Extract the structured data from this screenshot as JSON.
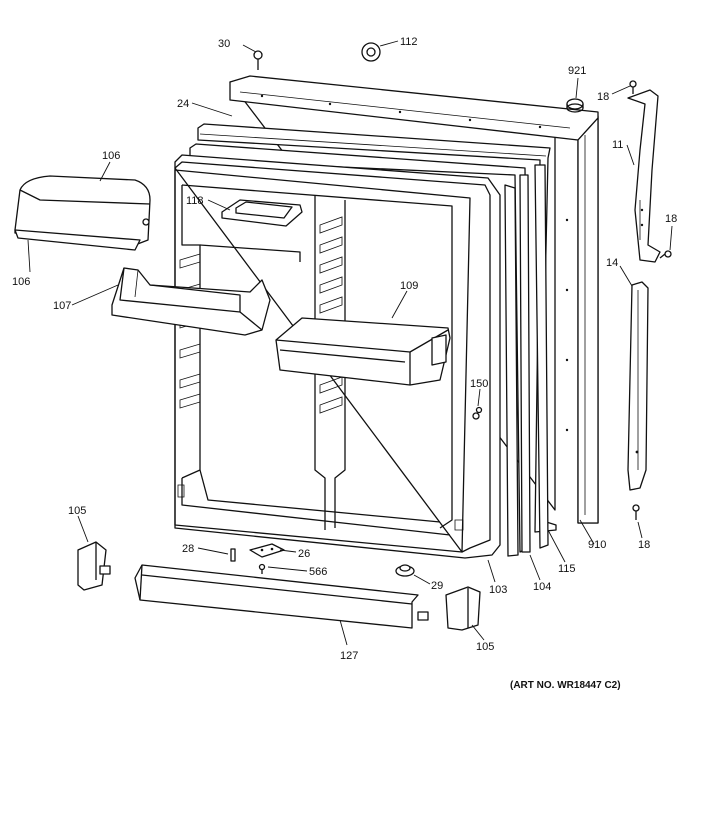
{
  "diagram": {
    "art_number": "(ART NO. WR18447 C2)",
    "parts": [
      {
        "id": "30",
        "text": "30"
      },
      {
        "id": "112",
        "text": "112"
      },
      {
        "id": "921",
        "text": "921"
      },
      {
        "id": "18a",
        "text": "18"
      },
      {
        "id": "24",
        "text": "24"
      },
      {
        "id": "11",
        "text": "11"
      },
      {
        "id": "106a",
        "text": "106"
      },
      {
        "id": "118",
        "text": "118"
      },
      {
        "id": "18b",
        "text": "18"
      },
      {
        "id": "14",
        "text": "14"
      },
      {
        "id": "106b",
        "text": "106"
      },
      {
        "id": "109",
        "text": "109"
      },
      {
        "id": "107",
        "text": "107"
      },
      {
        "id": "150",
        "text": "150"
      },
      {
        "id": "105a",
        "text": "105"
      },
      {
        "id": "910",
        "text": "910"
      },
      {
        "id": "18c",
        "text": "18"
      },
      {
        "id": "28",
        "text": "28"
      },
      {
        "id": "26",
        "text": "26"
      },
      {
        "id": "566",
        "text": "566"
      },
      {
        "id": "29",
        "text": "29"
      },
      {
        "id": "103",
        "text": "103"
      },
      {
        "id": "104",
        "text": "104"
      },
      {
        "id": "115",
        "text": "115"
      },
      {
        "id": "127",
        "text": "127"
      },
      {
        "id": "105b",
        "text": "105"
      }
    ]
  }
}
